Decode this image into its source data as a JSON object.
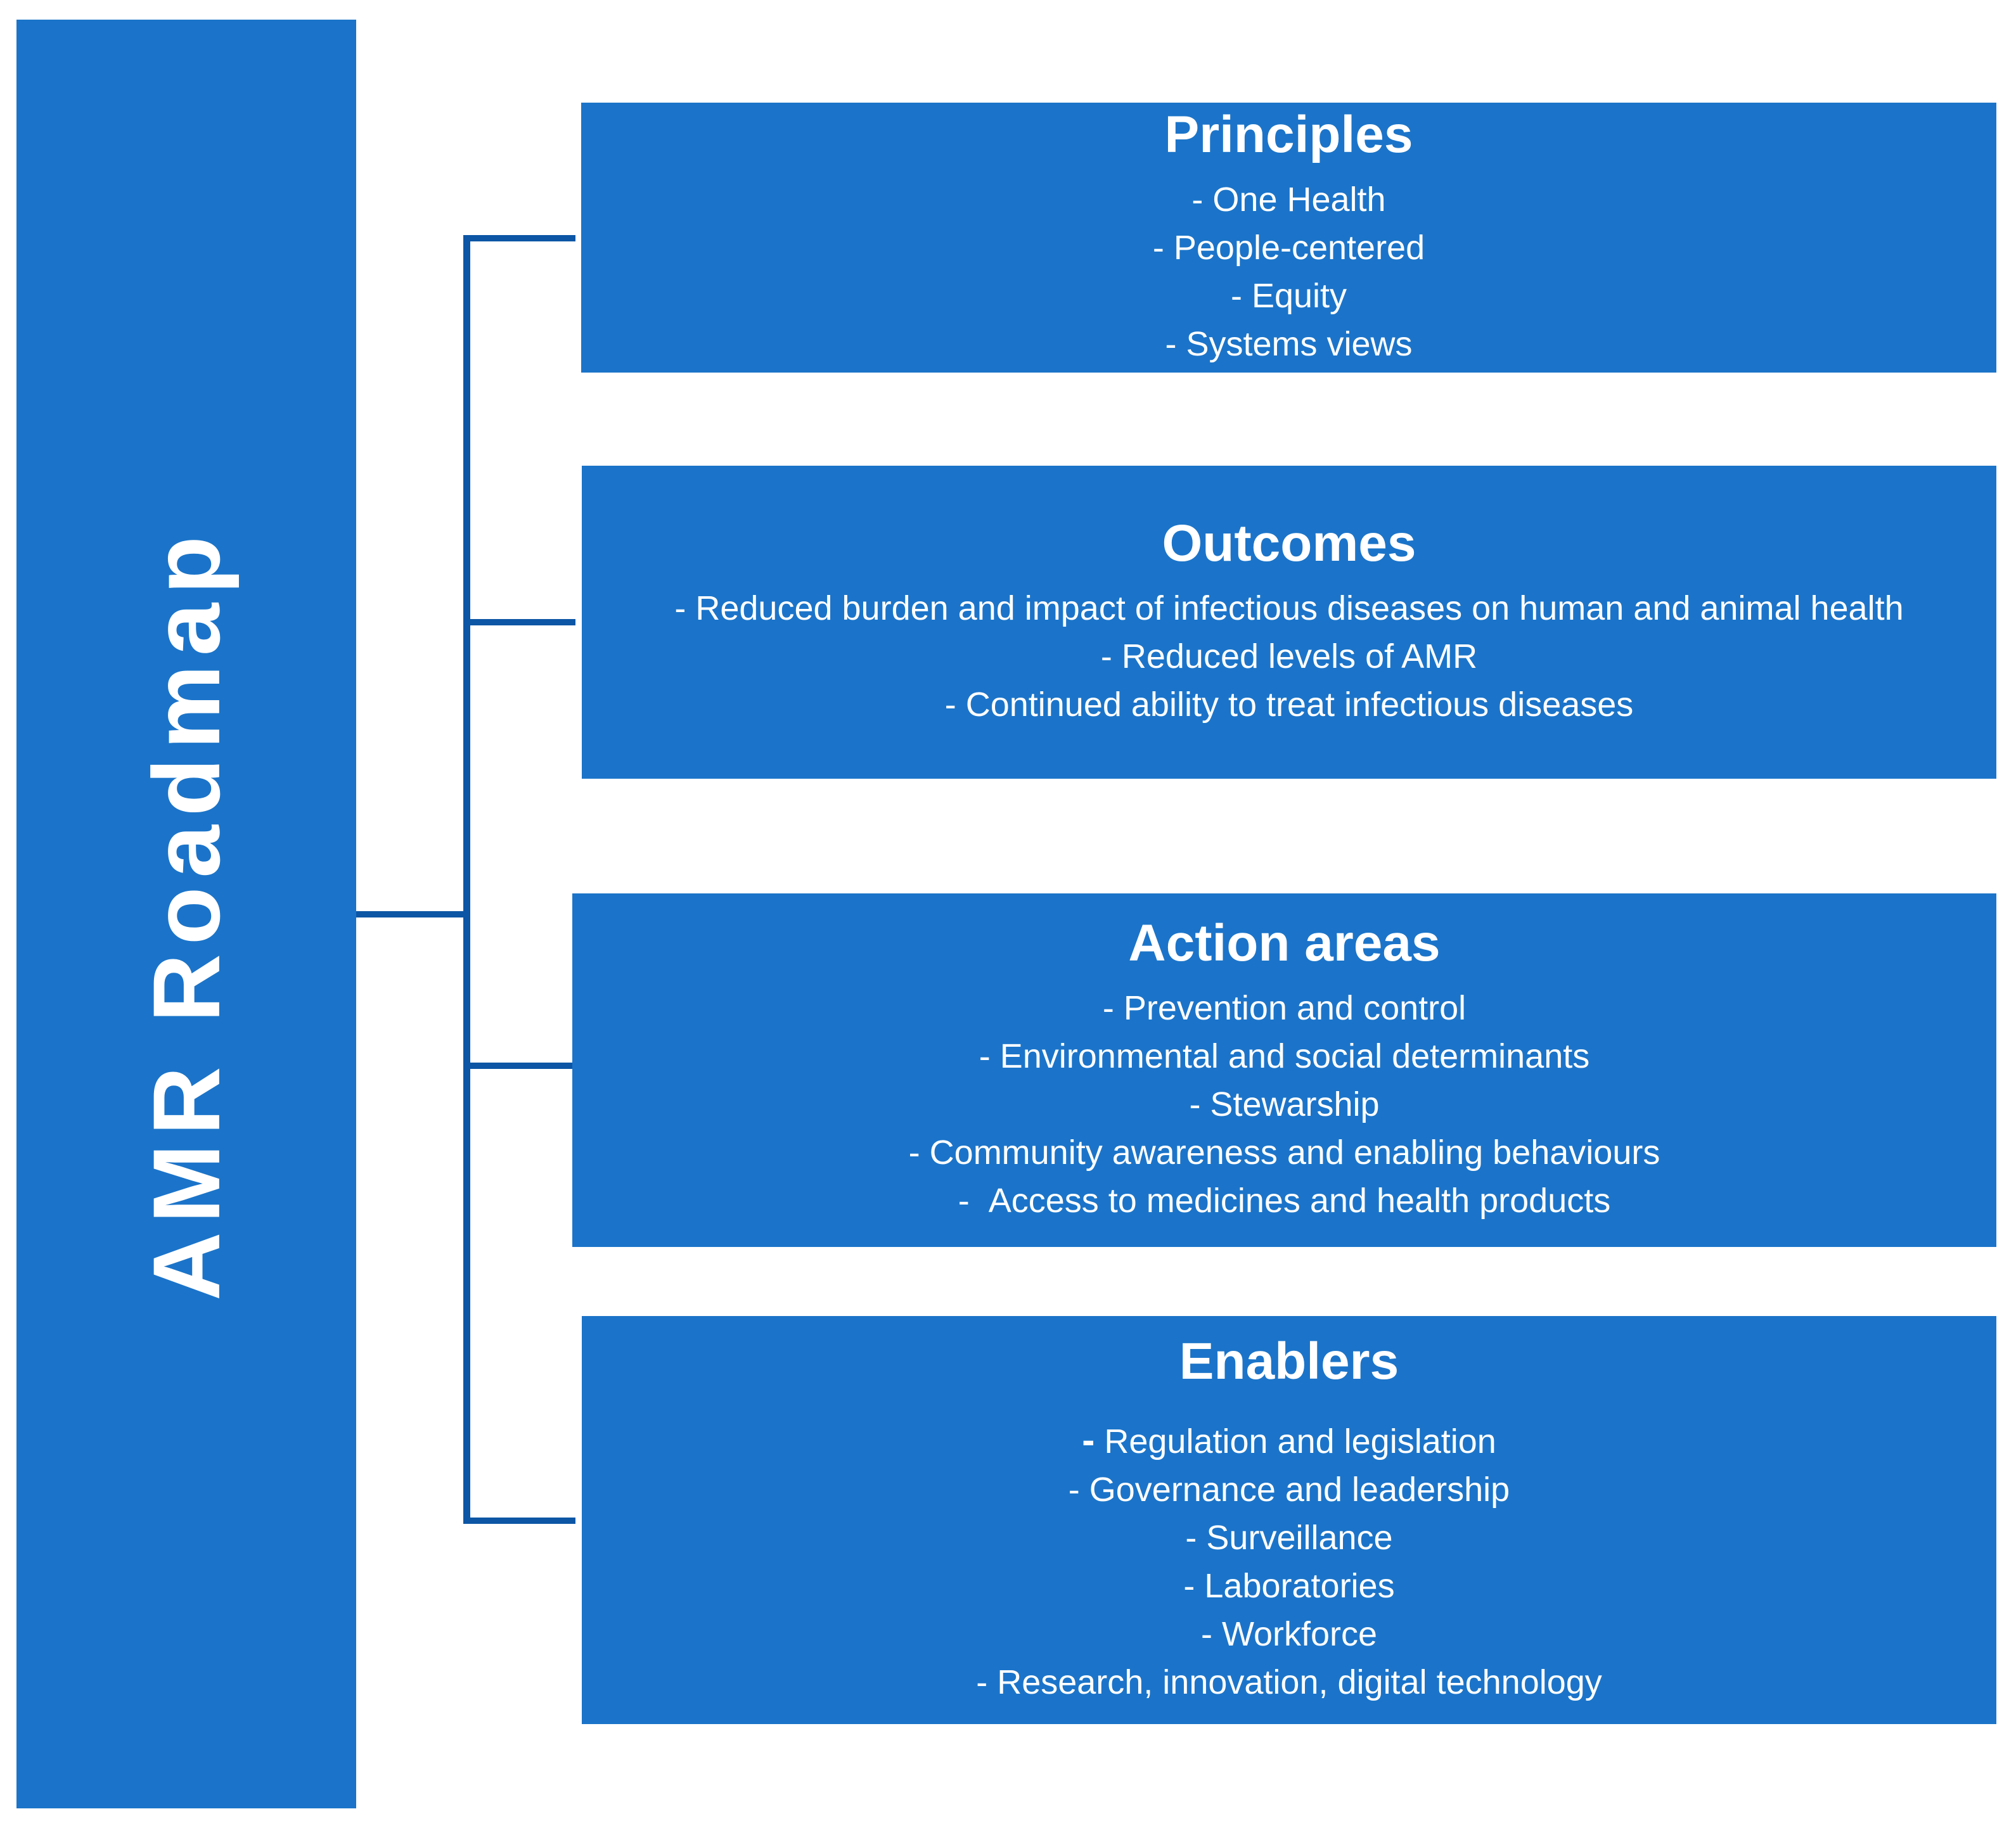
{
  "colors": {
    "box_blue": "#1b74c9",
    "connector_blue": "#0c56a5",
    "text_white": "#ffffff",
    "page_background": "#ffffff"
  },
  "sidebar": {
    "title": "AMR Roadmap"
  },
  "boxes": [
    {
      "id": "principles",
      "title": "Principles",
      "items": [
        {
          "dash": "-",
          "text": "One Health",
          "bold_dash": false
        },
        {
          "dash": "-",
          "text": "People-centered",
          "bold_dash": false
        },
        {
          "dash": "-",
          "text": "Equity",
          "bold_dash": false
        },
        {
          "dash": "-",
          "text": "Systems views",
          "bold_dash": false
        }
      ]
    },
    {
      "id": "outcomes",
      "title": "Outcomes",
      "items": [
        {
          "dash": "-",
          "text": "Reduced burden and impact of infectious diseases on human and animal health",
          "bold_dash": false
        },
        {
          "dash": "-",
          "text": "Reduced levels of AMR",
          "bold_dash": false
        },
        {
          "dash": "-",
          "text": "Continued ability to treat infectious diseases",
          "bold_dash": false
        }
      ]
    },
    {
      "id": "action_areas",
      "title": "Action areas",
      "items": [
        {
          "dash": "-",
          "text": "Prevention and control",
          "bold_dash": false
        },
        {
          "dash": "-",
          "text": "Environmental and social determinants",
          "bold_dash": false
        },
        {
          "dash": "-",
          "text": "Stewarship",
          "bold_dash": false
        },
        {
          "dash": "-",
          "text": "Community awareness and enabling behaviours",
          "bold_dash": false
        },
        {
          "dash": "-",
          "text": " Access to medicines and health products",
          "bold_dash": false
        }
      ]
    },
    {
      "id": "enablers",
      "title": "Enablers",
      "items": [
        {
          "dash": "-",
          "text": "Regulation and legislation",
          "bold_dash": true
        },
        {
          "dash": "-",
          "text": "Governance and leadership",
          "bold_dash": false
        },
        {
          "dash": "-",
          "text": "Surveillance",
          "bold_dash": false
        },
        {
          "dash": "-",
          "text": "Laboratories",
          "bold_dash": false
        },
        {
          "dash": "-",
          "text": "Workforce",
          "bold_dash": false
        },
        {
          "dash": "-",
          "text": "Research, innovation, digital technology",
          "bold_dash": false
        }
      ]
    }
  ]
}
